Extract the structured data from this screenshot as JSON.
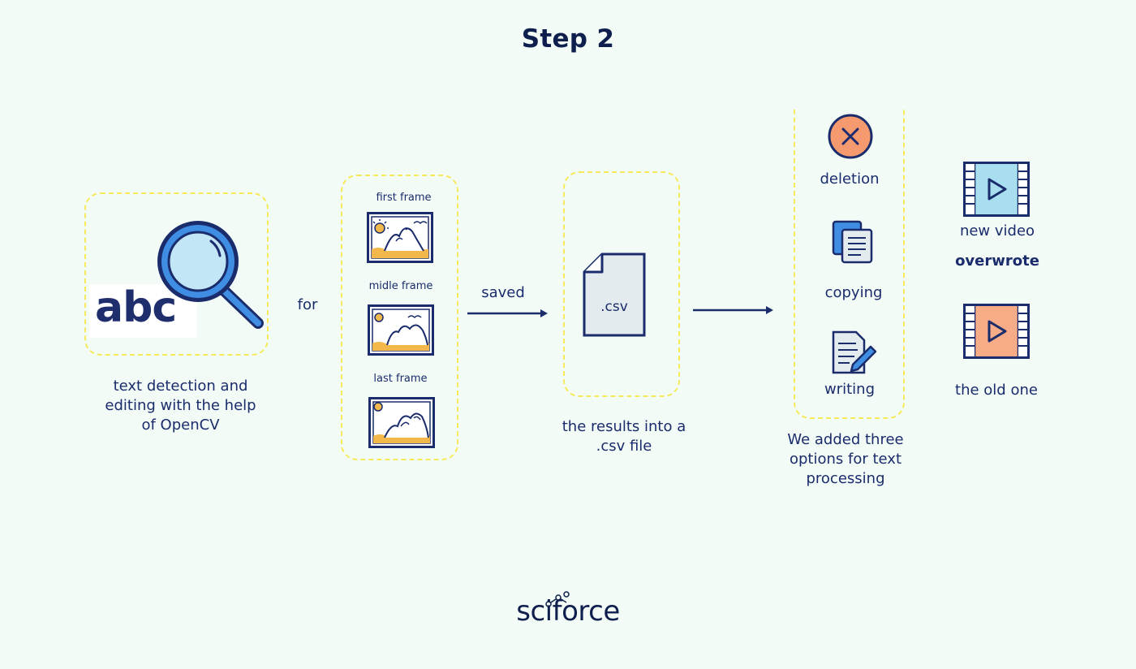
{
  "title": "Step 2",
  "step1": {
    "abc_text": "abc",
    "caption_lines": [
      "text detection and",
      "editing with the help",
      "of OpenCV"
    ]
  },
  "connector_for": "for",
  "frames": {
    "first": "first frame",
    "middle": "midle frame",
    "last": "last frame"
  },
  "connector_saved": "saved",
  "csv": {
    "file_label": ".csv",
    "caption_lines": [
      "the results into a",
      ".csv file"
    ]
  },
  "options": {
    "deletion": "deletion",
    "copying": "copying",
    "writing": "writing",
    "caption_lines": [
      "We added three",
      "options for text",
      "processing"
    ]
  },
  "videos": {
    "new_video": "new video",
    "overwrote": "overwrote",
    "old_one": "the old one"
  },
  "logo": "sciforce",
  "colors": {
    "navy": "#1a2c6b",
    "dashed_border": "#f6e95a",
    "background": "#f3fbf7",
    "deletion_orange": "#f59a6e",
    "new_video_blue": "#a8def0",
    "old_video_orange": "#f7ab86",
    "image_sand": "#f2b84b"
  }
}
